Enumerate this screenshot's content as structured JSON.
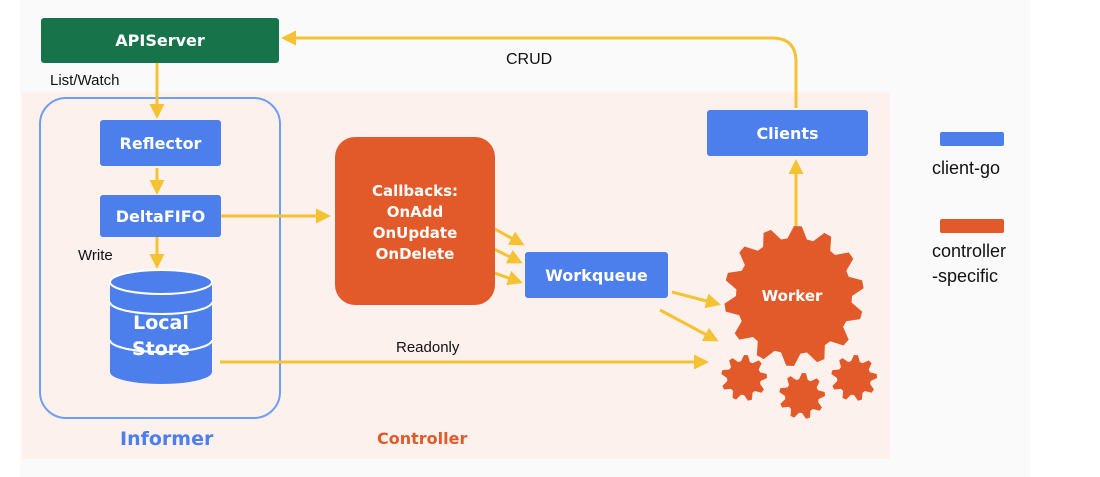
{
  "nodes": {
    "apiserver": "APIServer",
    "reflector": "Reflector",
    "deltafifo": "DeltaFIFO",
    "local_store_line1": "Local",
    "local_store_line2": "Store",
    "callbacks": [
      "Callbacks:",
      "OnAdd",
      "OnUpdate",
      "OnDelete"
    ],
    "workqueue": "Workqueue",
    "clients": "Clients",
    "worker": "Worker"
  },
  "edge_labels": {
    "list_watch": "List/Watch",
    "write": "Write",
    "crud": "CRUD",
    "readonly": "Readonly"
  },
  "groups": {
    "informer": "Informer",
    "controller": "Controller"
  },
  "legend": [
    {
      "label_lines": [
        "client-go"
      ],
      "color": "#4c7fec"
    },
    {
      "label_lines": [
        "controller",
        "-specific"
      ],
      "color": "#e25a2a"
    }
  ],
  "colors": {
    "client_go": "#4c7fec",
    "controller_specific": "#e25a2a",
    "apiserver": "#17734a",
    "arrow": "#f5c232",
    "informer_border": "#6e9ef0",
    "panel": "#fdf1ee"
  }
}
